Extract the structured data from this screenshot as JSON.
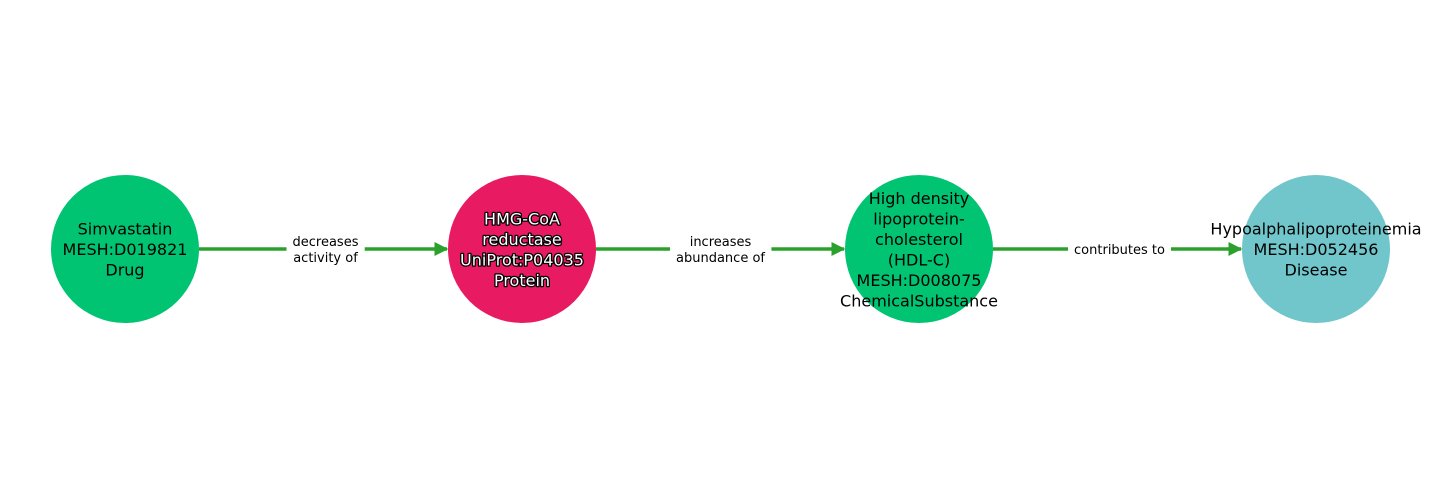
{
  "diagram": {
    "type": "knowledge-graph-path",
    "colors": {
      "edge": "#2ca02c",
      "background": "#ffffff"
    },
    "nodes": [
      {
        "id": "simvastatin",
        "lines": [
          "Simvastatin",
          "MESH:D019821",
          "Drug"
        ],
        "color": "#00c472",
        "label_style": "plain"
      },
      {
        "id": "hmgcoa",
        "lines": [
          "HMG-CoA",
          "reductase",
          "UniProt:P04035",
          "Protein"
        ],
        "color": "#e81a62",
        "label_style": "outlined"
      },
      {
        "id": "hdlc",
        "lines": [
          "High density",
          "lipoprotein-",
          "cholesterol",
          "(HDL-C)",
          "MESH:D008075",
          "ChemicalSubstance"
        ],
        "color": "#00c472",
        "label_style": "plain"
      },
      {
        "id": "hypoalpha",
        "lines": [
          "Hypoalphalipoproteinemia",
          "MESH:D052456",
          "Disease"
        ],
        "color": "#70c6cb",
        "label_style": "plain"
      }
    ],
    "edges": [
      {
        "source": "simvastatin",
        "target": "hmgcoa",
        "lines": [
          "decreases",
          "activity of"
        ]
      },
      {
        "source": "hmgcoa",
        "target": "hdlc",
        "lines": [
          "increases",
          "abundance of"
        ]
      },
      {
        "source": "hdlc",
        "target": "hypoalpha",
        "lines": [
          "contributes to"
        ]
      }
    ]
  }
}
